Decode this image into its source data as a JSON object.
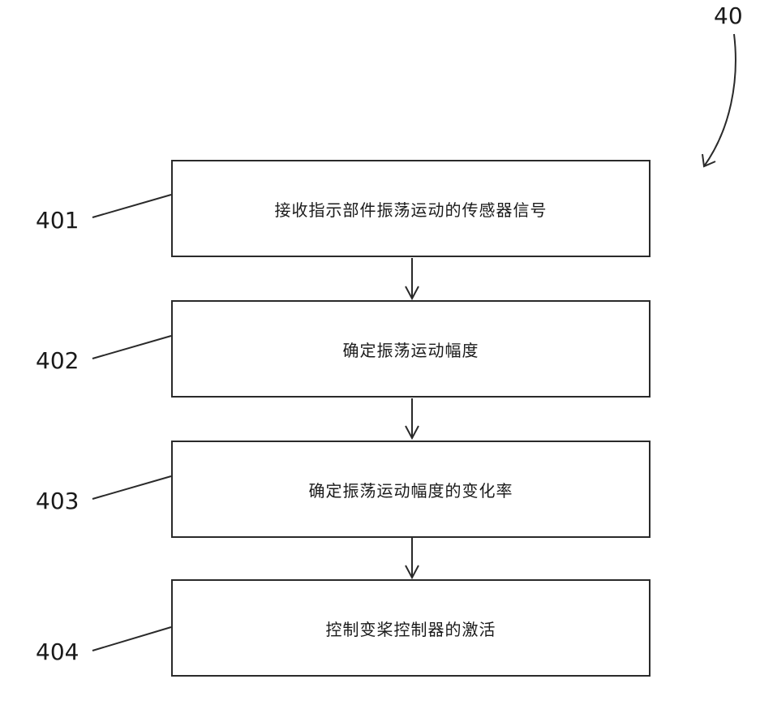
{
  "figure": {
    "ref": "40"
  },
  "steps": [
    {
      "ref": "401",
      "text": "接收指示部件振荡运动的传感器信号"
    },
    {
      "ref": "402",
      "text": "确定振荡运动幅度"
    },
    {
      "ref": "403",
      "text": "确定振荡运动幅度的变化率"
    },
    {
      "ref": "404",
      "text": "控制变桨控制器的激活"
    }
  ]
}
